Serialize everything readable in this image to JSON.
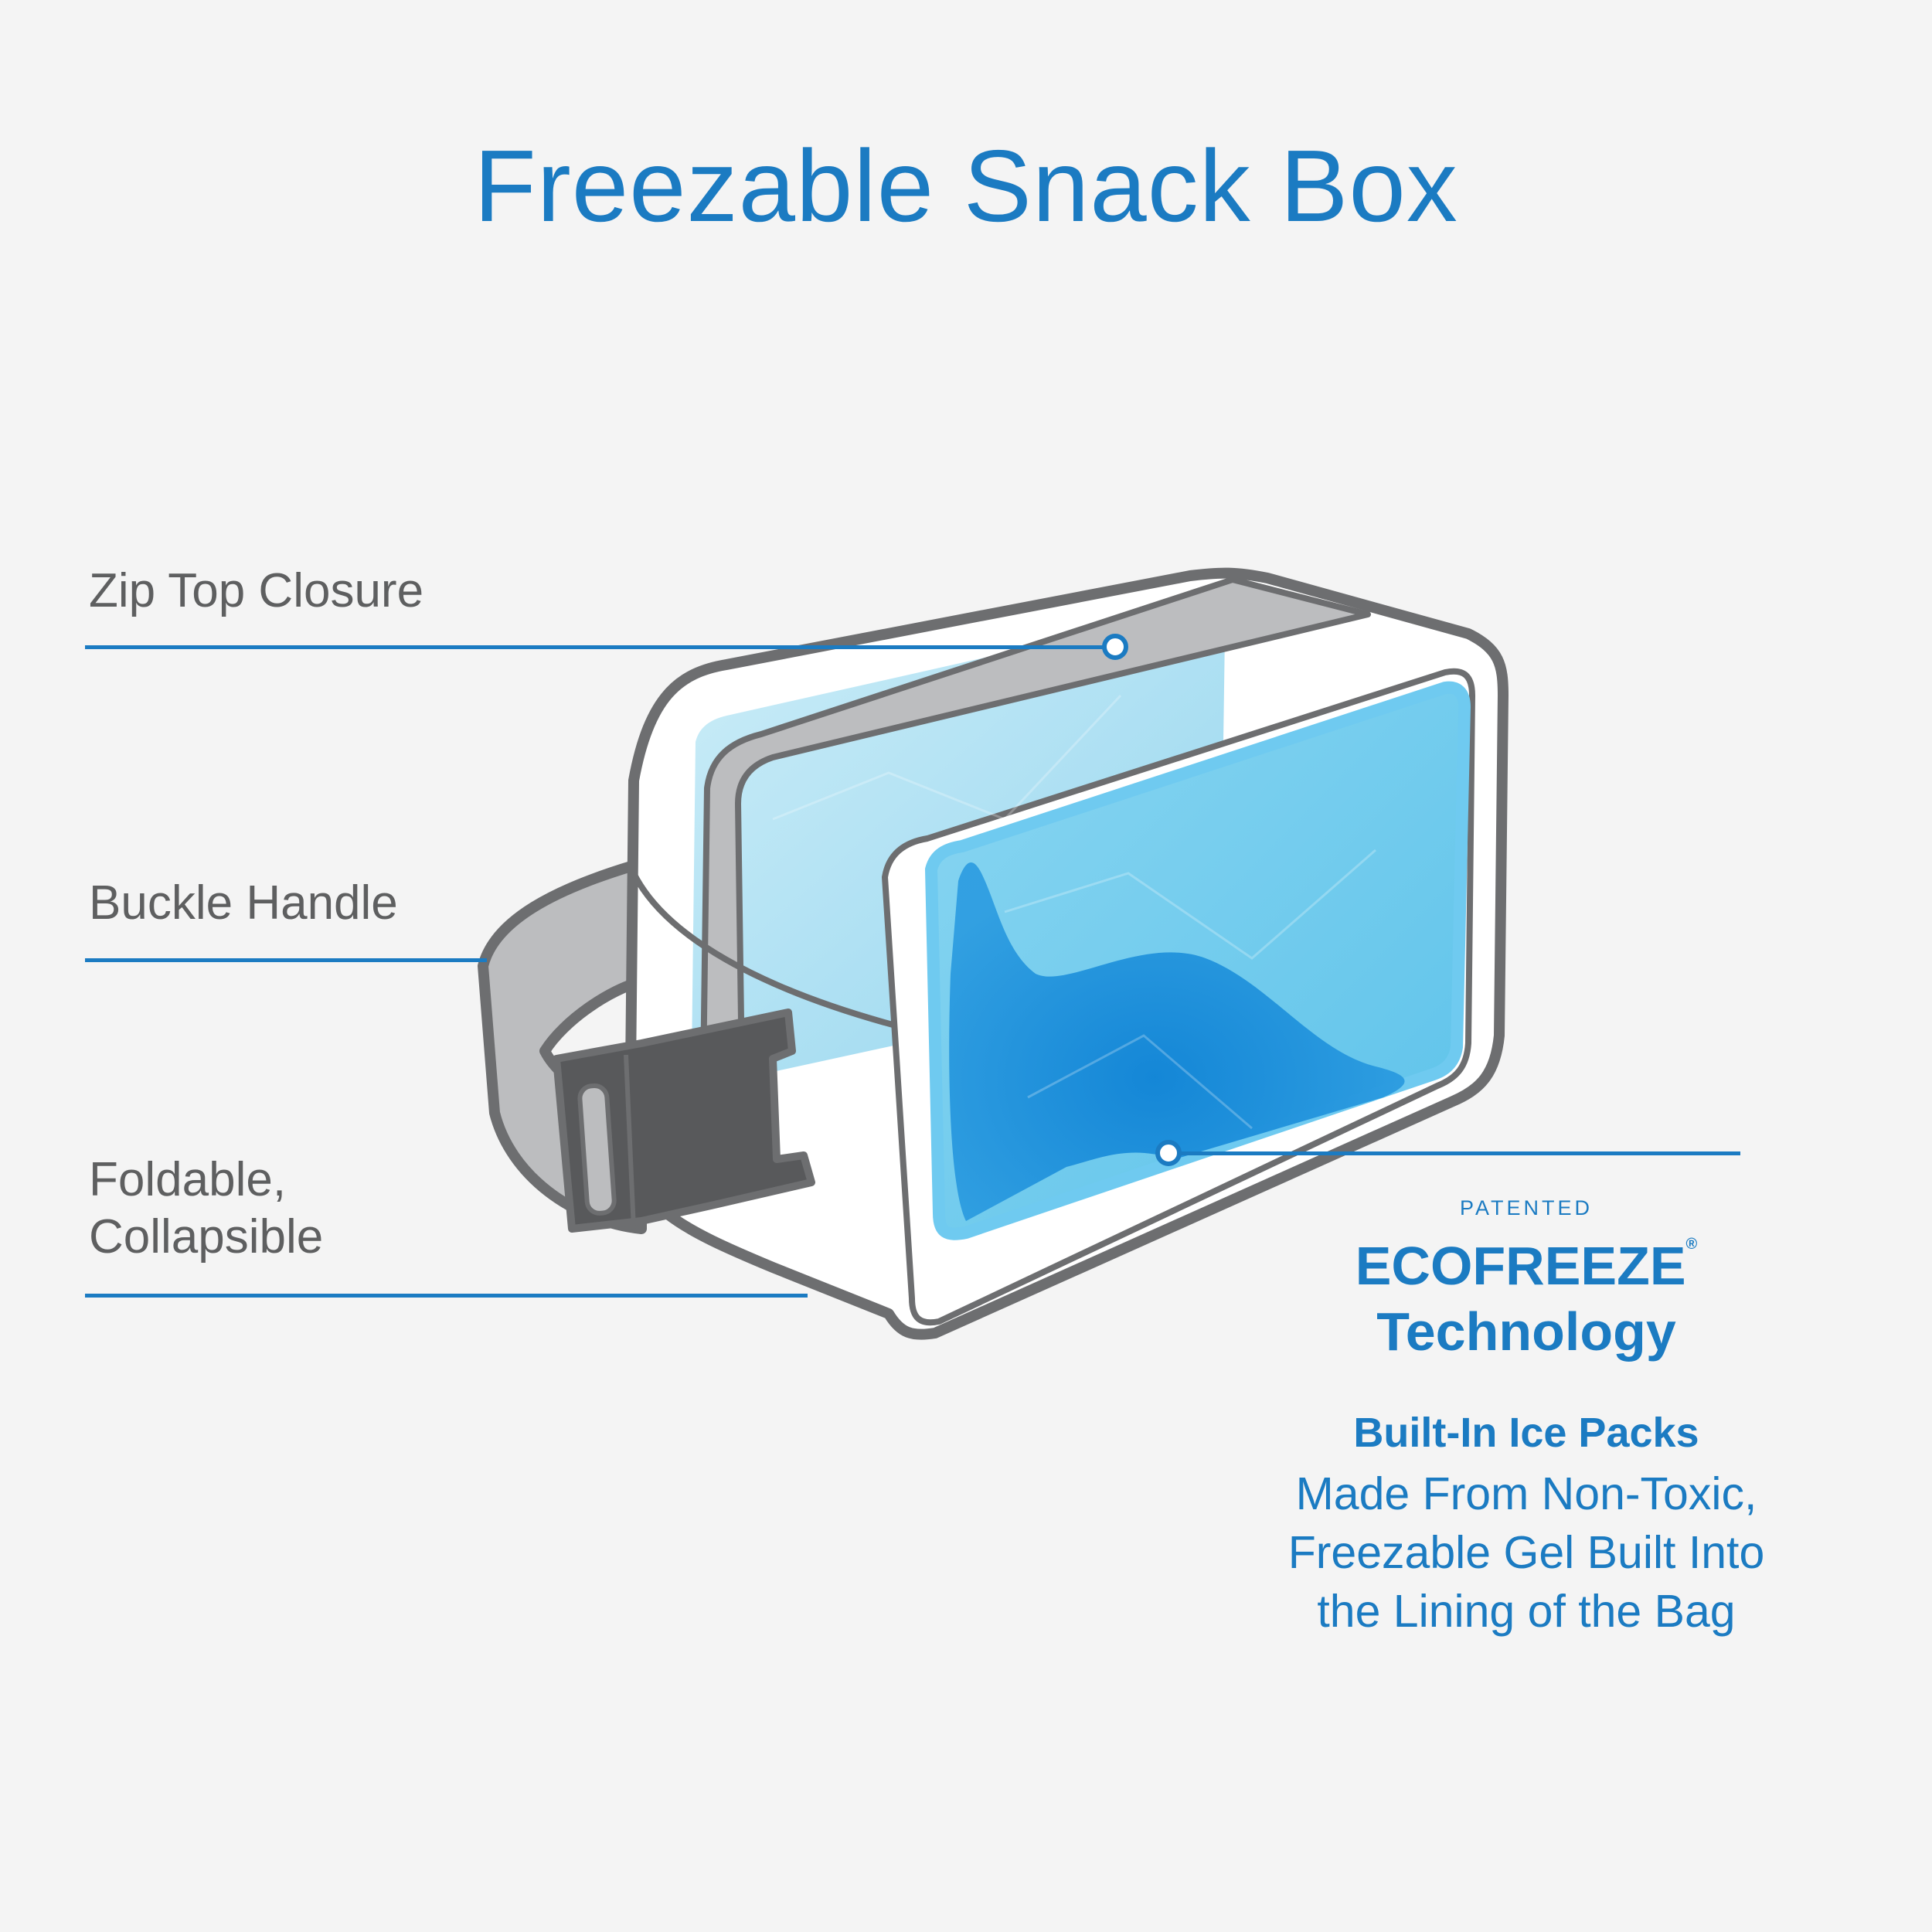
{
  "title": "Freezable Snack Box",
  "colors": {
    "accent": "#1b7bc2",
    "label_text": "#5e5f60",
    "background": "#f4f4f4",
    "outline": "#6d6e70",
    "strap": "#bcbdbf",
    "buckle": "#58595b",
    "ice_light": "#a9def0",
    "ice_dark": "#0a7fd4"
  },
  "callouts": {
    "zip_top": {
      "label": "Zip Top Closure"
    },
    "buckle_handle": {
      "label": "Buckle Handle"
    },
    "foldable": {
      "line1": "Foldable,",
      "line2": "Collapsible"
    }
  },
  "feature": {
    "patented": "PATENTED",
    "brand": "ECOFREEZE",
    "registered": "®",
    "technology": "Technology",
    "heading": "Built-In Ice Packs",
    "description": [
      "Made From Non-Toxic,",
      "Freezable Gel Built Into",
      "the Lining of the Bag"
    ]
  }
}
